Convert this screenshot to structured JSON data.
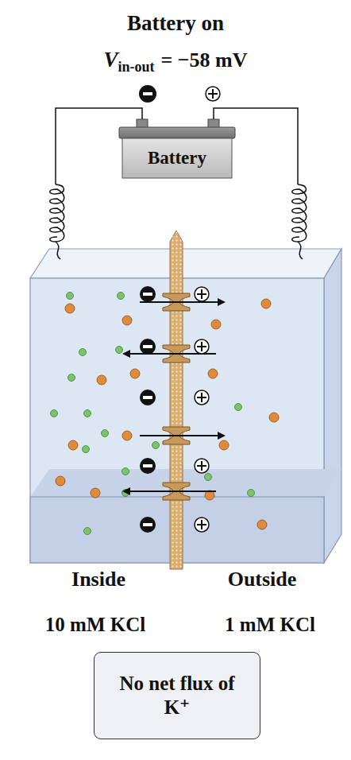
{
  "diagram": {
    "nodes": [
      {
        "text": [
          "Battery"
        ]
      },
      {
        "text": [
          "No net flux of K⁺"
        ]
      }
    ],
    "labels": [
      "Battery on",
      "V",
      "in-out",
      "= −58 mV",
      "Inside",
      "Outside",
      "10 mM KCl",
      "1 mM KCl"
    ]
  }
}
